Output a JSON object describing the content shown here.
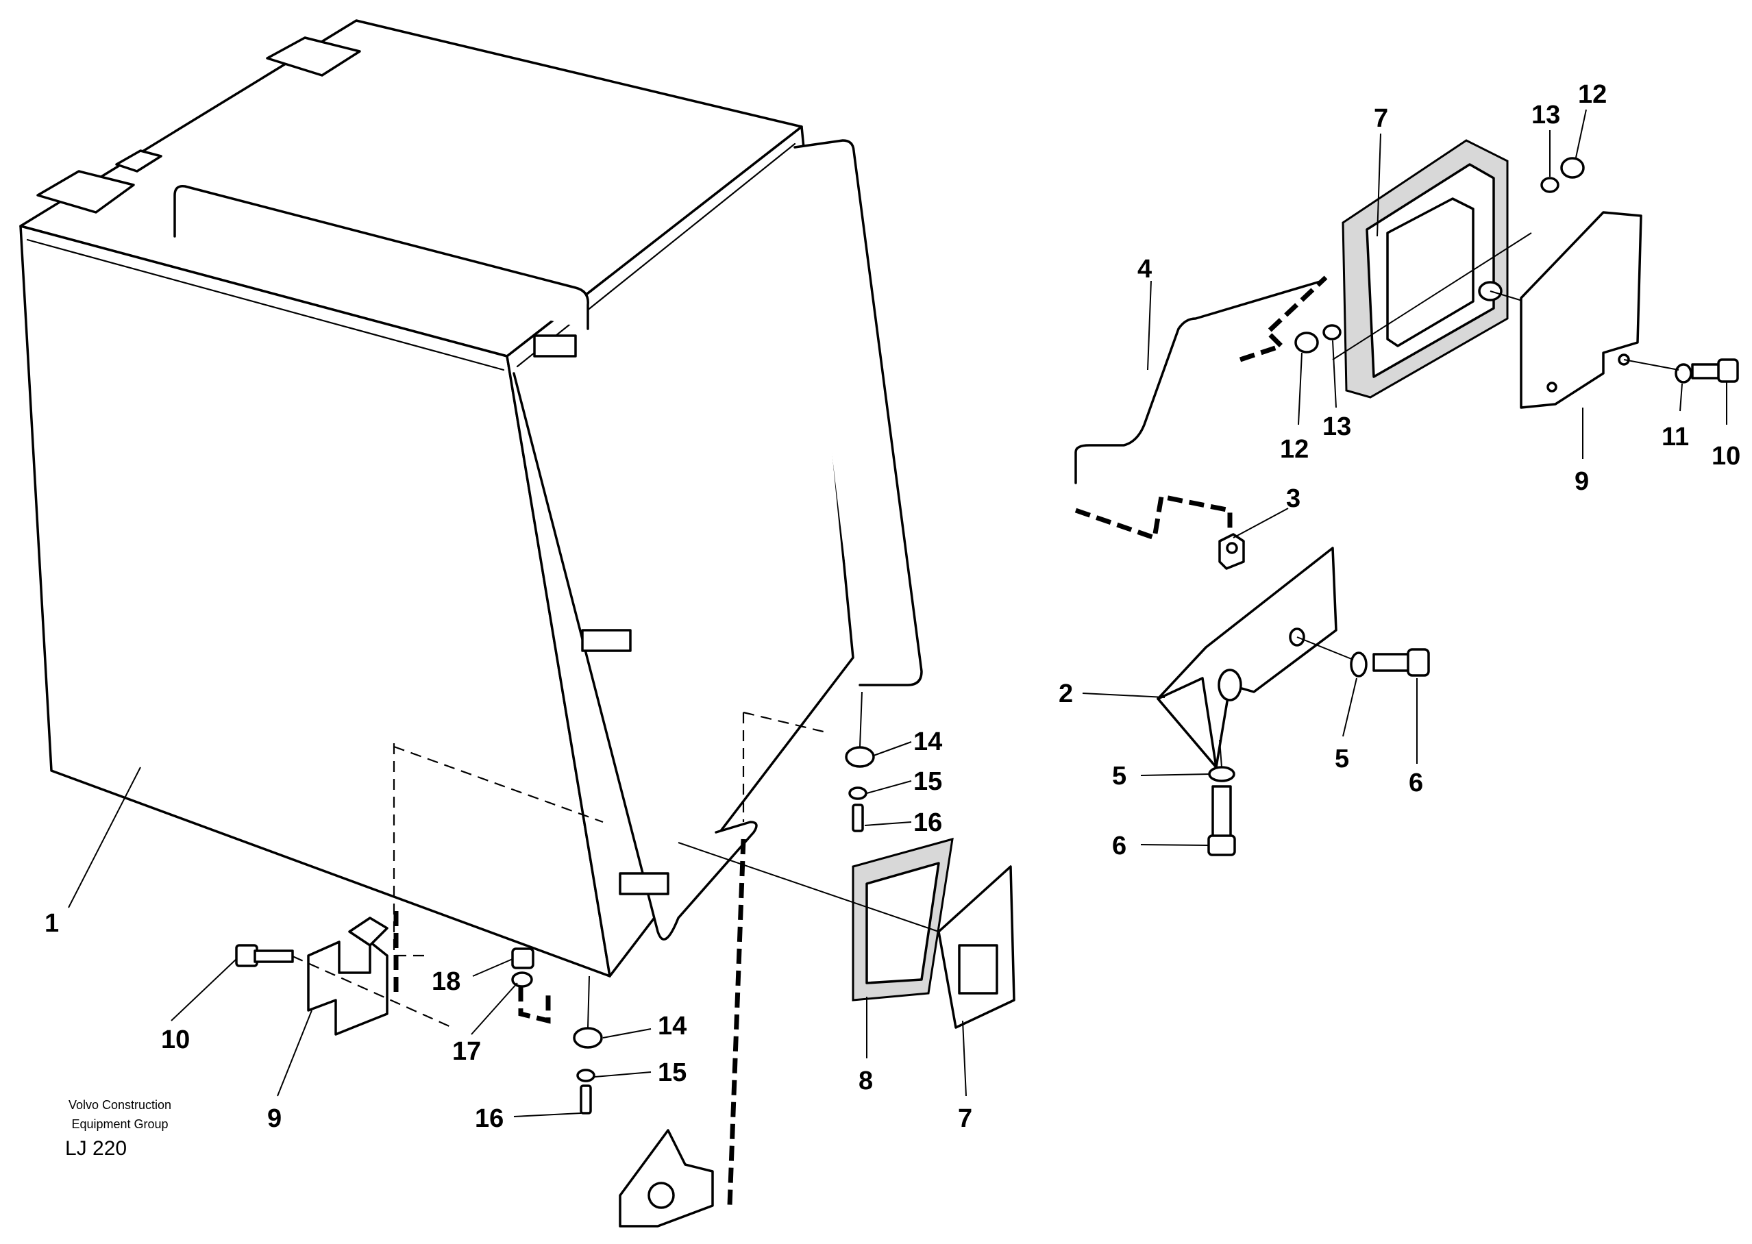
{
  "publisher": {
    "line1": "Volvo Construction",
    "line2": "Equipment Group"
  },
  "doc_code": "LJ 220",
  "callouts": {
    "c1": "1",
    "c2": "2",
    "c3": "3",
    "c4": "4",
    "c5a": "5",
    "c5b": "5",
    "c6a": "6",
    "c6b": "6",
    "c7a": "7",
    "c7b": "7",
    "c8": "8",
    "c9a": "9",
    "c9b": "9",
    "c10a": "10",
    "c10b": "10",
    "c11": "11",
    "c12a": "12",
    "c12b": "12",
    "c13a": "13",
    "c13b": "13",
    "c14a": "14",
    "c14b": "14",
    "c15a": "15",
    "c15b": "15",
    "c16a": "16",
    "c16b": "16",
    "c17": "17",
    "c18": "18"
  }
}
